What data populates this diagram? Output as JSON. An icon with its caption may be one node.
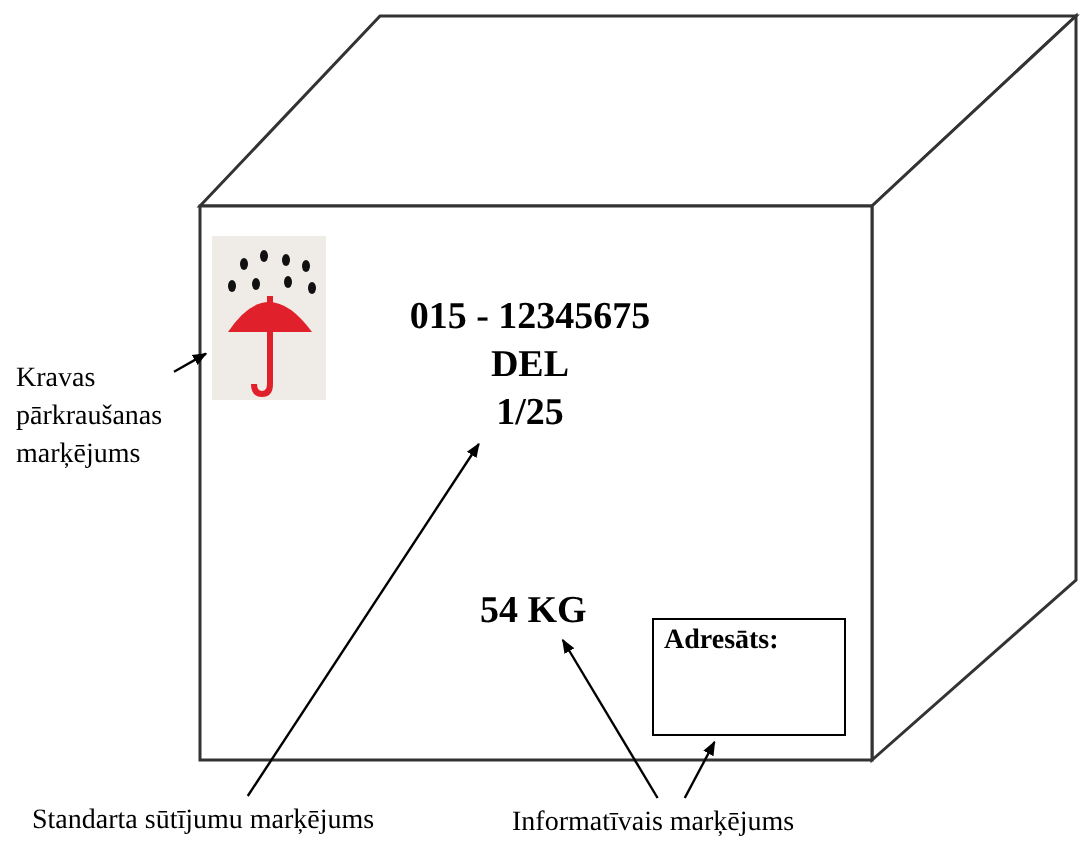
{
  "diagram": {
    "nodes": [
      {
        "text": [
          "Kravas pārkraušanas marķējums"
        ]
      },
      {
        "text": [],
        "shape": "picture"
      },
      {
        "text": [
          "015 - 12345675",
          "DEL",
          "1/25"
        ]
      },
      {
        "text": [
          "Standarta sūtījumu marķējums"
        ]
      },
      {
        "text": [
          "54 KG"
        ]
      },
      {
        "text": [
          "Adresāts:"
        ]
      },
      {
        "text": [
          "Informatīvais marķējums"
        ]
      }
    ],
    "edges": [
      {
        "from": 0,
        "to": 1,
        "arrow": "to"
      },
      {
        "from": 3,
        "to": 2,
        "arrow": "to"
      },
      {
        "from": 6,
        "to": 4,
        "arrow": "to"
      },
      {
        "from": 6,
        "to": 5,
        "arrow": "to"
      }
    ]
  }
}
